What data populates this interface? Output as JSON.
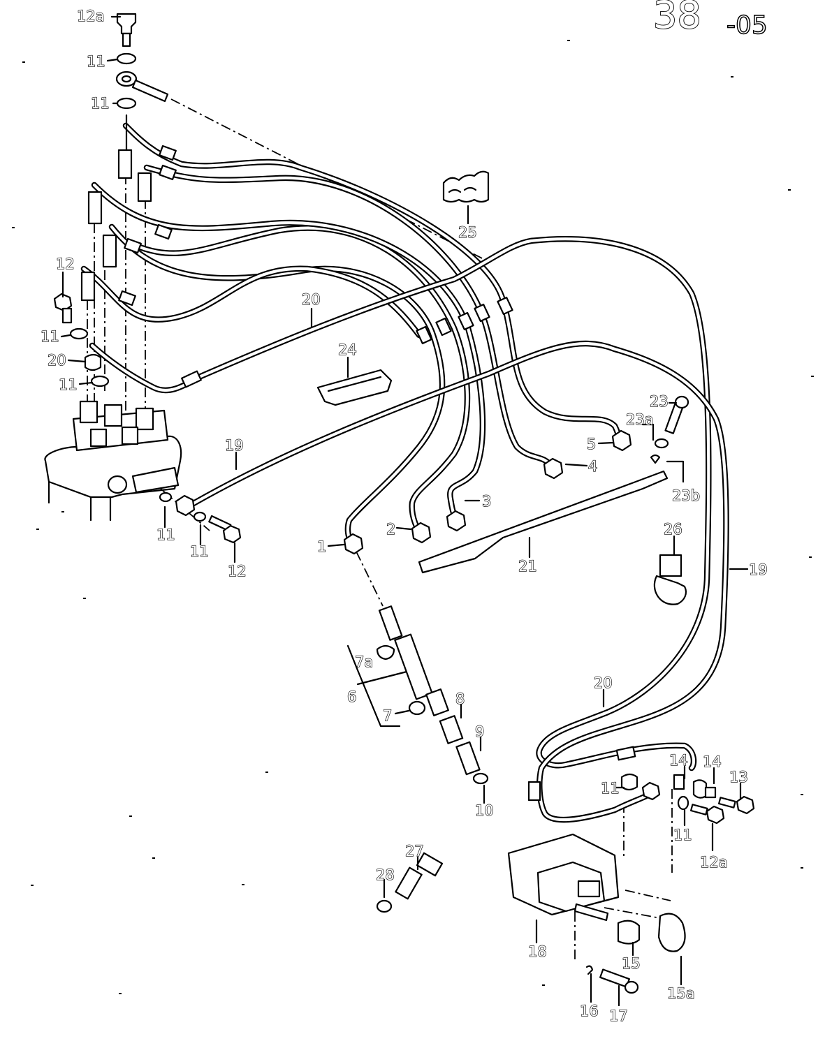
{
  "page_number": "38",
  "page_suffix": "-05",
  "labels": {
    "l12a_top": "12a",
    "l11_a": "11",
    "l11_b": "11",
    "l12_left": "12",
    "l11_c": "11",
    "l20_left": "20",
    "l11_d": "11",
    "l20_mid": "20",
    "l24": "24",
    "l25": "25",
    "l19_mid": "19",
    "l11_e": "11",
    "l11_f": "11",
    "l12_b": "12",
    "l1": "1",
    "l2": "2",
    "l3": "3",
    "l4": "4",
    "l5": "5",
    "l23": "23",
    "l23a": "23a",
    "l23b": "23b",
    "l21": "21",
    "l26": "26",
    "l19_right": "19",
    "l7a": "7a",
    "l6": "6",
    "l7": "7",
    "l8": "8",
    "l9": "9",
    "l10": "10",
    "l20_low": "20",
    "l14_a": "14",
    "l14_b": "14",
    "l13": "13",
    "l11_g": "11",
    "l11_h": "11",
    "l12a_bot": "12a",
    "l27": "27",
    "l28": "28",
    "l18": "18",
    "l15": "15",
    "l15a": "15a",
    "l16": "16",
    "l17": "17"
  }
}
